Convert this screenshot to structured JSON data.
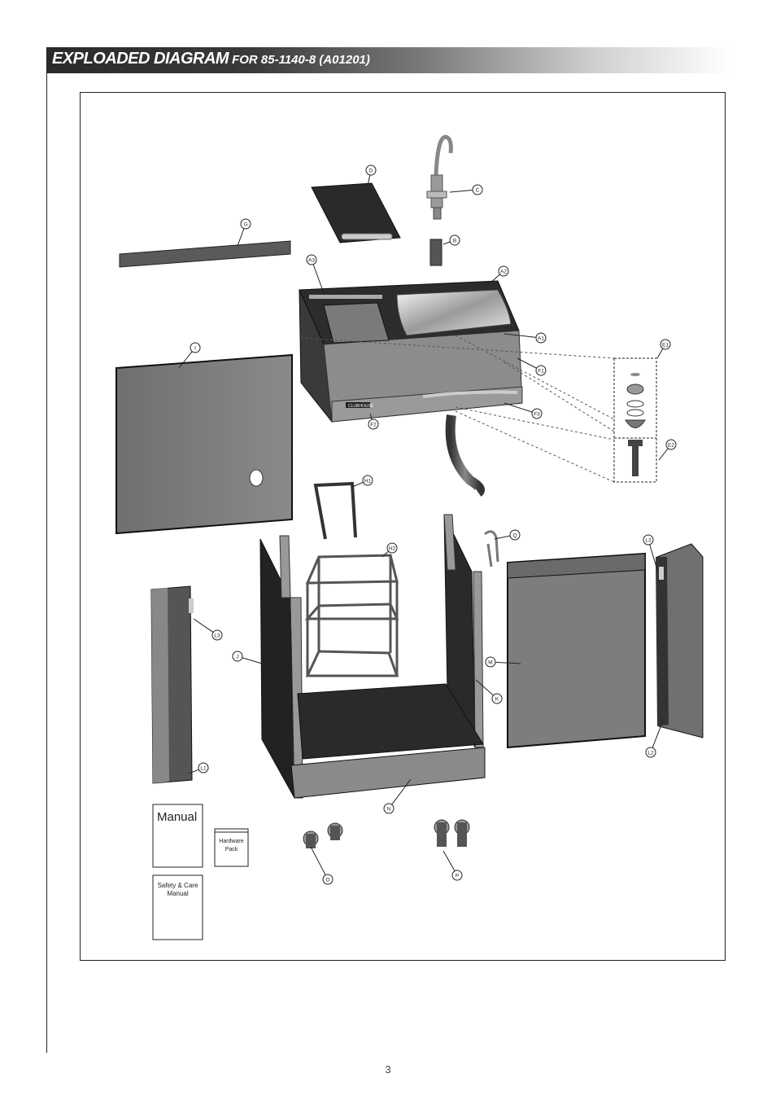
{
  "header": {
    "title_main": "EXPLOADED DIAGRAM",
    "title_sub": "FOR 85-1140-8 (A01201)"
  },
  "labels": {
    "D": "D",
    "C": "C",
    "G": "G",
    "B": "B",
    "A3": "A3",
    "A2": "A2",
    "A1": "A1",
    "E1": "E1",
    "F1": "F1",
    "I": "I",
    "F3": "F3",
    "F2": "F2",
    "E2": "E2",
    "H1": "H1",
    "Q": "Q",
    "H2": "H2",
    "L3a": "L3",
    "L3b": "L3",
    "J": "J",
    "M": "M",
    "K": "K",
    "L1": "L1",
    "L2": "L2",
    "N": "N",
    "O": "O",
    "P": "P"
  },
  "docs": {
    "manual": "Manual",
    "hardware_line1": "Hardware",
    "hardware_line2": "Pack",
    "safety_line1": "Safety & Care",
    "safety_line2": "Manual"
  },
  "brand": "CLUBHOUSE",
  "page_number": "3"
}
